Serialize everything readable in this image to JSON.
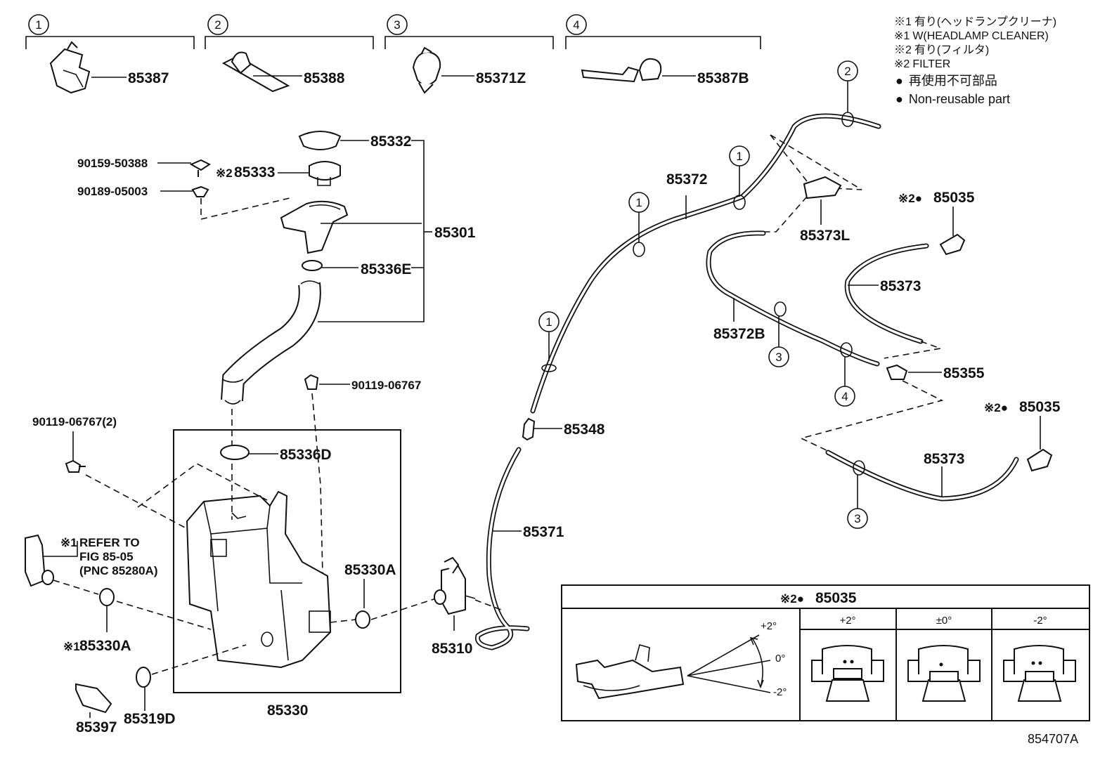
{
  "clip_groups": [
    {
      "num": "1",
      "part": "85387"
    },
    {
      "num": "2",
      "part": "85388"
    },
    {
      "num": "3",
      "part": "85371Z"
    },
    {
      "num": "4",
      "part": "85387B"
    }
  ],
  "legend": [
    {
      "mark": "※1",
      "text": "有り(ヘッドランプクリーナ)"
    },
    {
      "mark": "※1",
      "text": "W(HEADLAMP CLEANER)"
    },
    {
      "mark": "※2",
      "text": "有り(フィルタ)"
    },
    {
      "mark": "※2",
      "text": "FILTER"
    },
    {
      "mark": "●",
      "text": "再使用不可部品"
    },
    {
      "mark": "●",
      "text": "Non-reusable part"
    }
  ],
  "parts": {
    "p85332": "85332",
    "p90159": "90159-50388",
    "p85333_mark": "※2",
    "p85333": "85333",
    "p90189": "90189-05003",
    "p85301": "85301",
    "p85336E": "85336E",
    "p90119a": "90119-06767",
    "p90119b": "90119-06767(2)",
    "p85336D": "85336D",
    "refer_mark": "※1",
    "refer_1": "REFER TO",
    "refer_2": "FIG 85-05",
    "refer_3": "(PNC 85280A)",
    "p85330A": "85330A",
    "p85330A_b_mark": "※1",
    "p85330A_b": "85330A",
    "p85330": "85330",
    "p85397": "85397",
    "p85319D": "85319D",
    "p85310": "85310",
    "p85371": "85371",
    "p85348": "85348",
    "p85372": "85372",
    "p85373L": "85373L",
    "p85035a_mark": "※2●",
    "p85035a": "85035",
    "p85373a": "85373",
    "p85372B": "85372B",
    "p85355": "85355",
    "p85035b_mark": "※2●",
    "p85035b": "85035",
    "p85373b": "85373"
  },
  "callouts": {
    "c1a": "1",
    "c1b": "1",
    "c1c": "1",
    "c2": "2",
    "c3a": "3",
    "c4": "4",
    "c3b": "3"
  },
  "inset": {
    "title_mark": "※2●",
    "title": "85035",
    "angle_plus": "+2°",
    "angle_zero": "0°",
    "angle_minus": "-2°",
    "columns": [
      "+2°",
      "±0°",
      "-2°"
    ]
  },
  "figure_id": "854707A"
}
